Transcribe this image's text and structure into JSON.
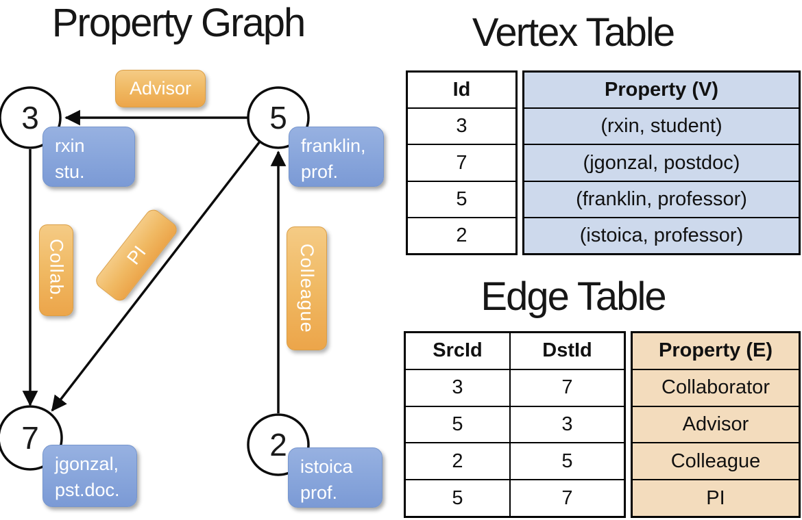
{
  "graph": {
    "title": "Property Graph",
    "vertices": [
      {
        "id": "3",
        "label_lines": [
          "rxin",
          "stu."
        ]
      },
      {
        "id": "5",
        "label_lines": [
          "franklin,",
          "prof."
        ]
      },
      {
        "id": "7",
        "label_lines": [
          "jgonzal,",
          "pst.doc."
        ]
      },
      {
        "id": "2",
        "label_lines": [
          "istoica",
          "prof."
        ]
      }
    ],
    "edge_labels": {
      "advisor": "Advisor",
      "collab": "Collab.",
      "pi": "PI",
      "colleague": "Colleague"
    }
  },
  "vertex_table": {
    "title": "Vertex Table",
    "columns": [
      "Id",
      "Property (V)"
    ],
    "rows": [
      [
        "3",
        "(rxin, student)"
      ],
      [
        "7",
        "(jgonzal, postdoc)"
      ],
      [
        "5",
        "(franklin, professor)"
      ],
      [
        "2",
        "(istoica, professor)"
      ]
    ]
  },
  "edge_table": {
    "title": "Edge Table",
    "columns": [
      "SrcId",
      "DstId",
      "Property (E)"
    ],
    "rows": [
      [
        "3",
        "7",
        "Collaborator"
      ],
      [
        "5",
        "3",
        "Advisor"
      ],
      [
        "2",
        "5",
        "Colleague"
      ],
      [
        "5",
        "7",
        "PI"
      ]
    ]
  },
  "colors": {
    "edge_label_box_top": "#f5cb85",
    "edge_label_box_bottom": "#eca54a",
    "vertex_label_box_top": "#97b1e1",
    "vertex_label_box_bottom": "#7b9ad5",
    "vertex_table_property_fill": "#cdd9ec",
    "edge_table_property_fill": "#f3dcbd",
    "graph_line_color": "#0c0c0c"
  }
}
